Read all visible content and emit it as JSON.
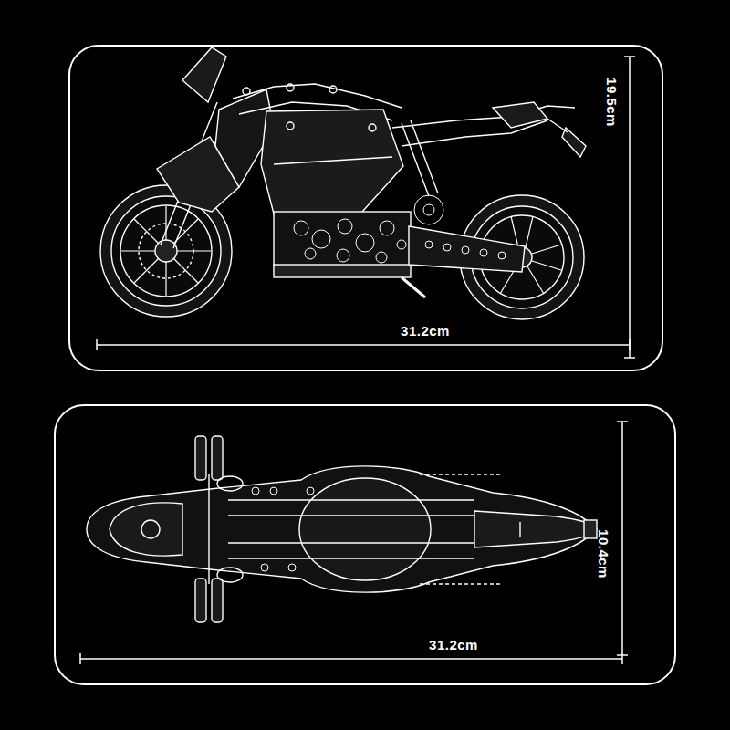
{
  "diagram": {
    "labels": [
      "19.5cm",
      "31.2cm",
      "10.4cm",
      "31.2cm"
    ]
  }
}
